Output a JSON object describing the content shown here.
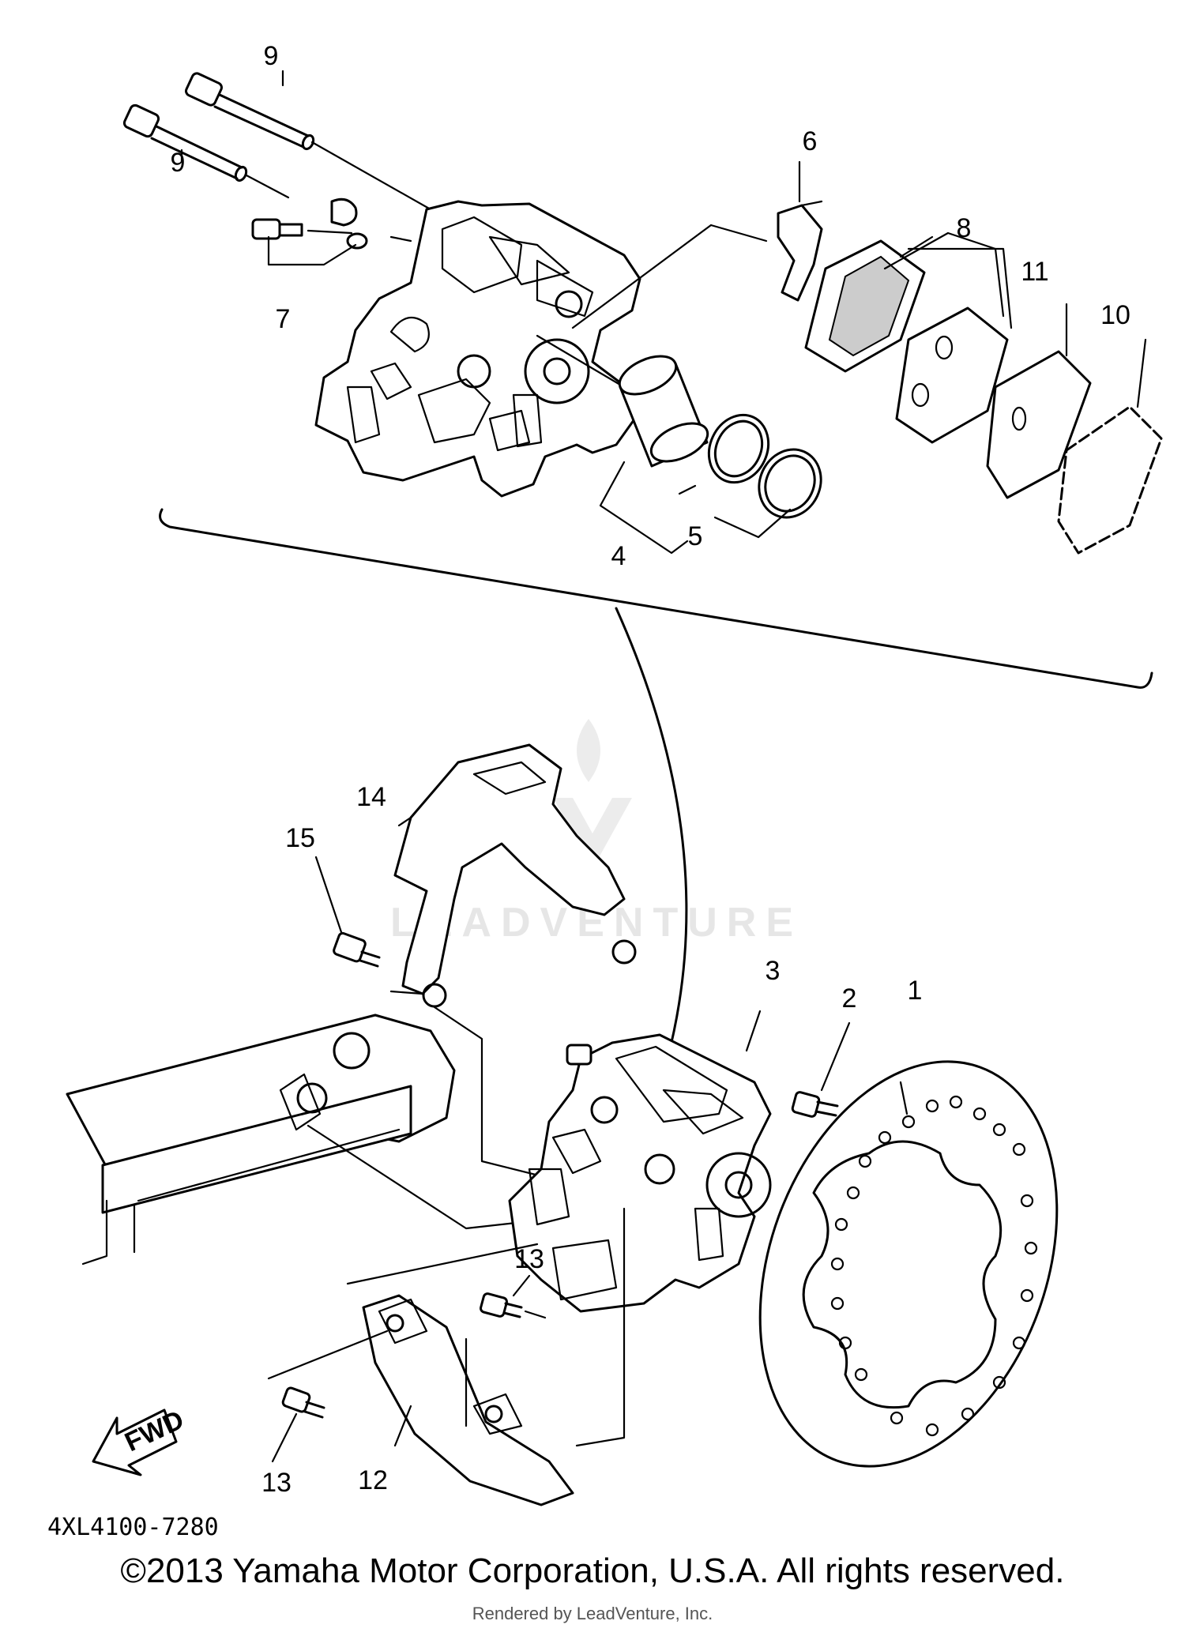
{
  "callouts": [
    {
      "id": "c1",
      "text": "1"
    },
    {
      "id": "c2",
      "text": "2"
    },
    {
      "id": "c3",
      "text": "3"
    },
    {
      "id": "c4",
      "text": "4"
    },
    {
      "id": "c5",
      "text": "5"
    },
    {
      "id": "c6",
      "text": "6"
    },
    {
      "id": "c7",
      "text": "7"
    },
    {
      "id": "c8",
      "text": "8"
    },
    {
      "id": "c9a",
      "text": "9"
    },
    {
      "id": "c9b",
      "text": "9"
    },
    {
      "id": "c10",
      "text": "10"
    },
    {
      "id": "c11",
      "text": "11"
    },
    {
      "id": "c12",
      "text": "12"
    },
    {
      "id": "c13a",
      "text": "13"
    },
    {
      "id": "c13b",
      "text": "13"
    },
    {
      "id": "c14",
      "text": "14"
    },
    {
      "id": "c15",
      "text": "15"
    }
  ],
  "fwd_label": "FWD",
  "part_number": "4XL4100-7280",
  "watermark": "LEADVENTURE",
  "copyright": "©2013 Yamaha Motor Corporation, U.S.A. All rights reserved.",
  "rendered_by": "Rendered by LeadVenture, Inc."
}
